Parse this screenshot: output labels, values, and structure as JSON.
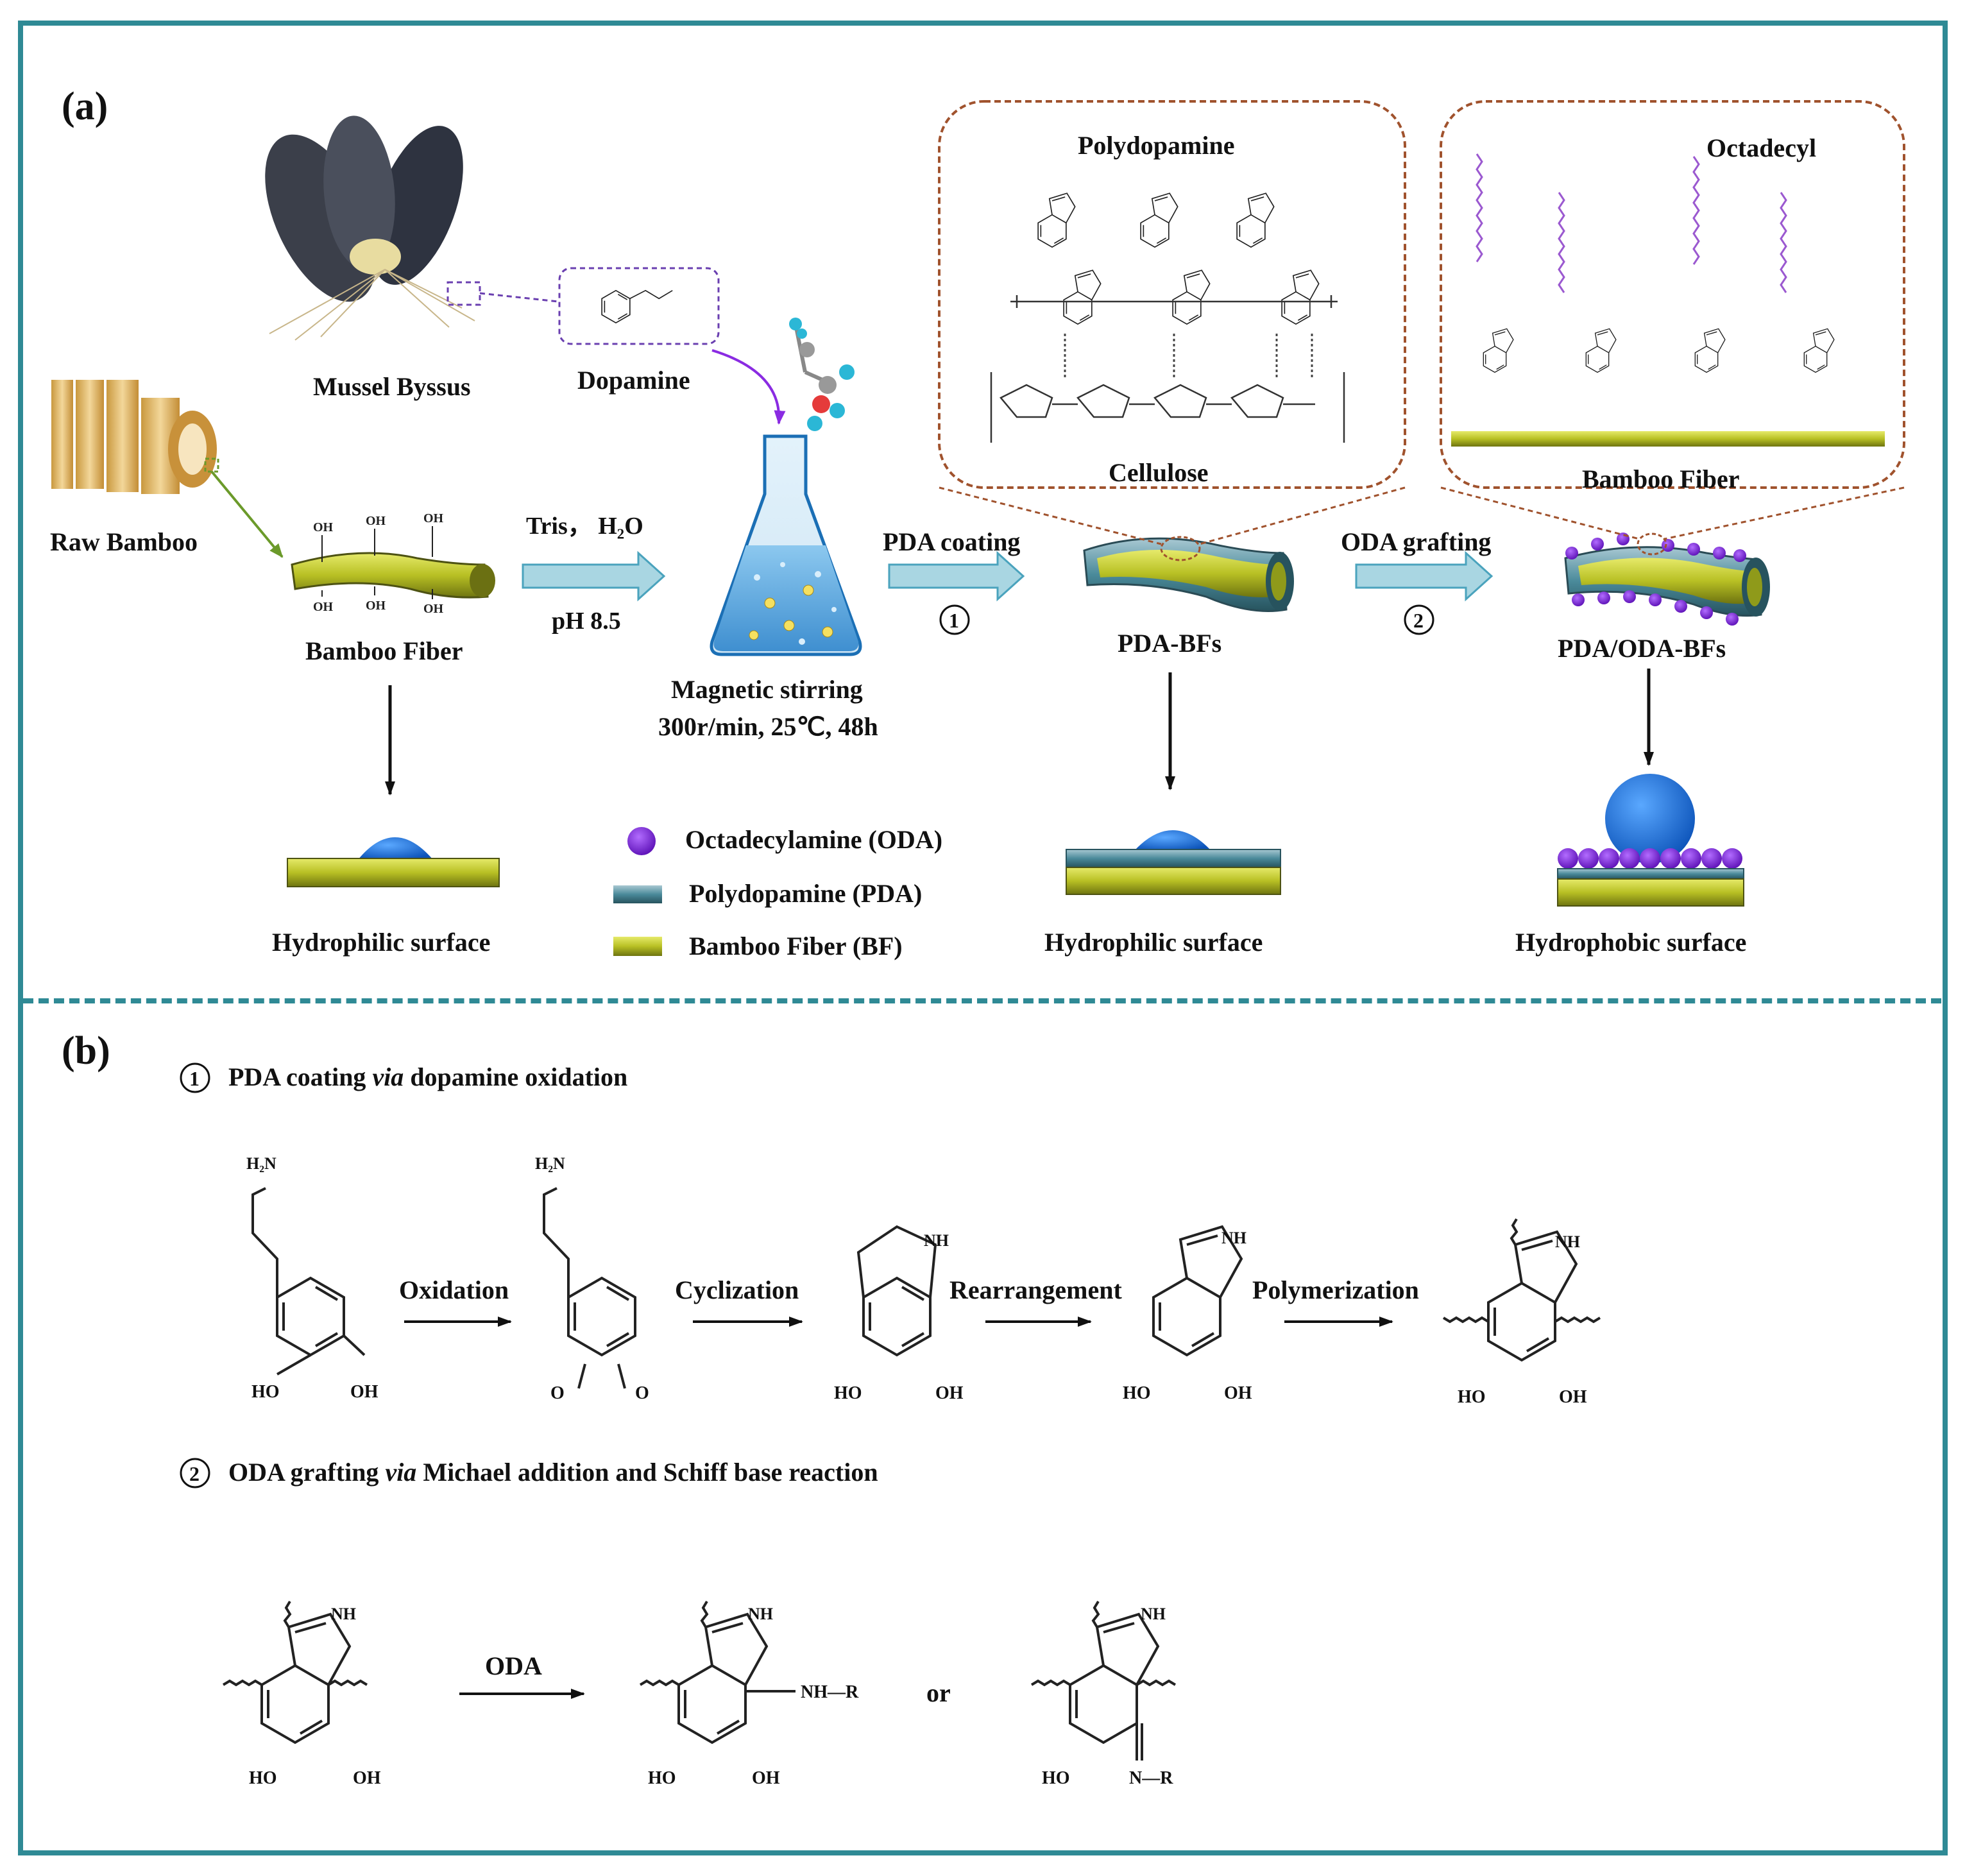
{
  "panel_a": {
    "label": "(a)",
    "mussel_label": "Mussel Byssus",
    "dopamine_label": "Dopamine",
    "raw_bamboo_label": "Raw Bamboo",
    "bamboo_fiber_label": "Bamboo Fiber",
    "step0_top": "Tris， H₂O",
    "step0_bottom": "pH 8.5",
    "stirring_line1": "Magnetic stirring",
    "stirring_line2": "300r/min, 25℃, 48h",
    "step1_label": "PDA coating",
    "step1_num": "1",
    "pda_bf_label": "PDA-BFs",
    "step2_label": "ODA grafting",
    "step2_num": "2",
    "pda_oda_label": "PDA/ODA-BFs",
    "inset1_title": "Polydopamine",
    "inset1_bottom": "Cellulose",
    "inset2_title": "Octadecyl",
    "inset2_bottom": "Bamboo Fiber",
    "surface1": "Hydrophilic surface",
    "surface2": "Hydrophilic surface",
    "surface3": "Hydrophobic surface",
    "oh": "OH",
    "legend": [
      {
        "label": "Octadecylamine (ODA)",
        "color": "#7a1fd6"
      },
      {
        "label": "Polydopamine (PDA)",
        "color": "#4a8a9a"
      },
      {
        "label": "Bamboo Fiber (BF)",
        "color": "#8f9a1a"
      }
    ]
  },
  "panel_b": {
    "label": "(b)",
    "section1_num": "1",
    "section1_pre": "PDA coating ",
    "section1_via": "via",
    "section1_post": " dopamine oxidation",
    "steps": [
      "Oxidation",
      "Cyclization",
      "Rearrangement",
      "Polymerization"
    ],
    "section2_num": "2",
    "section2_pre": "ODA grafting ",
    "section2_via": "via",
    "section2_post": " Michael addition and Schiff base reaction",
    "oda": "ODA",
    "or": "or",
    "atoms": {
      "ho": "HO",
      "oh": "OH",
      "h2n": "H₂N",
      "nh": "NH",
      "o": "O",
      "nhr": "NH—R",
      "nr": "N—R"
    }
  },
  "colors": {
    "frame": "#2f8a95",
    "arrow_fill": "#a9d6e2",
    "arrow_stroke": "#4aa3bd",
    "water": "#1a6fd6",
    "inset_border": "#a0522d",
    "alkyl": "#9b59d0"
  }
}
